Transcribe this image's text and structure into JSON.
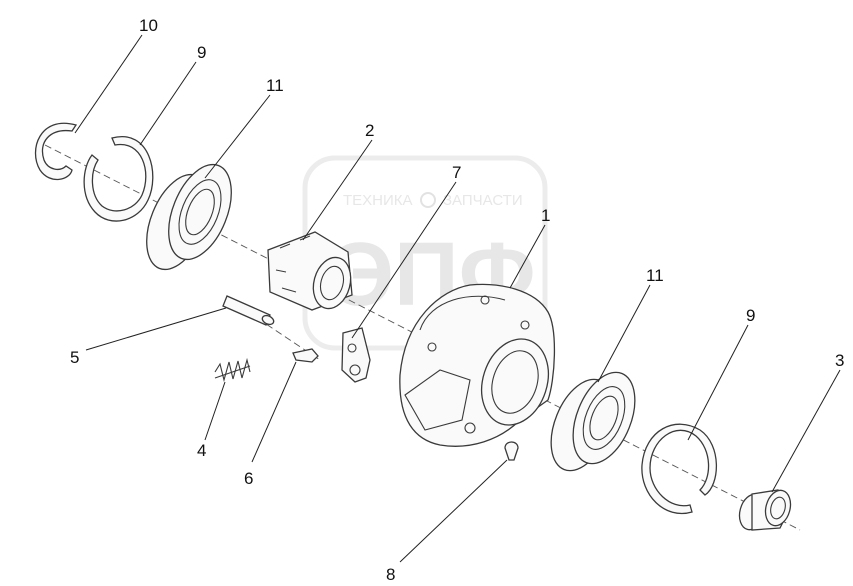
{
  "watermark": {
    "top_left": "ТЕХНИКА",
    "top_right": "ЗАПЧАСТИ",
    "big": "ЭПФ"
  },
  "callouts": [
    "10",
    "9",
    "11",
    "2",
    "7",
    "1",
    "11",
    "9",
    "3",
    "5",
    "4",
    "6",
    "8"
  ]
}
